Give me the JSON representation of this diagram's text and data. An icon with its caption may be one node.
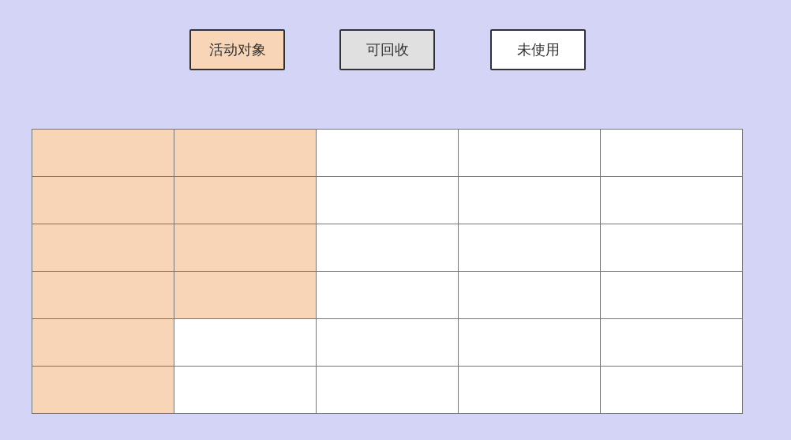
{
  "diagram": {
    "nodes": [
      {
        "text": [],
        "shape": "box"
      },
      {
        "text": [],
        "shape": "box"
      },
      {
        "text": [],
        "shape": "box"
      },
      {
        "text": [],
        "shape": "box"
      },
      {
        "text": [],
        "shape": "box"
      },
      {
        "text": [],
        "shape": "box"
      },
      {
        "text": [],
        "shape": "box"
      },
      {
        "text": [],
        "shape": "box"
      },
      {
        "text": [],
        "shape": "box"
      },
      {
        "text": [],
        "shape": "box"
      },
      {
        "text": [],
        "shape": "box"
      },
      {
        "text": [],
        "shape": "box"
      },
      {
        "text": [],
        "shape": "box"
      },
      {
        "text": [],
        "shape": "box"
      },
      {
        "text": [],
        "shape": "box"
      },
      {
        "text": [],
        "shape": "box"
      },
      {
        "text": [],
        "shape": "box"
      },
      {
        "text": [],
        "shape": "box"
      },
      {
        "text": [],
        "shape": "box"
      },
      {
        "text": [],
        "shape": "box"
      },
      {
        "text": [],
        "shape": "box"
      },
      {
        "text": [],
        "shape": "box"
      },
      {
        "text": [],
        "shape": "box"
      },
      {
        "text": [],
        "shape": "box"
      },
      {
        "text": [],
        "shape": "box"
      },
      {
        "text": [],
        "shape": "box"
      },
      {
        "text": [],
        "shape": "box"
      },
      {
        "text": [],
        "shape": "box"
      },
      {
        "text": [],
        "shape": "box"
      },
      {
        "text": [],
        "shape": "box"
      }
    ],
    "edges": [],
    "legend": [
      {
        "text": "活动对象",
        "color": "#f8d5b6"
      },
      {
        "text": "可回收",
        "color": "#dfe0df"
      },
      {
        "text": "未使用",
        "color": "#ffffff"
      }
    ]
  }
}
